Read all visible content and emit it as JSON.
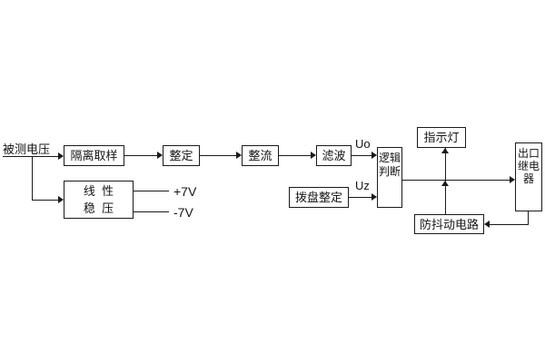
{
  "diagram": {
    "source_label": "被测电压",
    "nodes": {
      "isolation": "隔离取样",
      "setting": "整定",
      "rectifier": "整流",
      "filter": "滤波",
      "logic": "逻辑判断",
      "indicator": "指示灯",
      "relay": "出口继电器",
      "dial": "拨盘整定",
      "antijitter": "防抖动电路",
      "regulator_line1": "线  性",
      "regulator_line2": "稳  压"
    },
    "signals": {
      "uo": "Uo",
      "uz": "Uz",
      "plus7v": "+7V",
      "minus7v": "-7V"
    },
    "colors": {
      "background": "#ffffff",
      "line": "#1a1a1a",
      "text": "#141414"
    }
  }
}
